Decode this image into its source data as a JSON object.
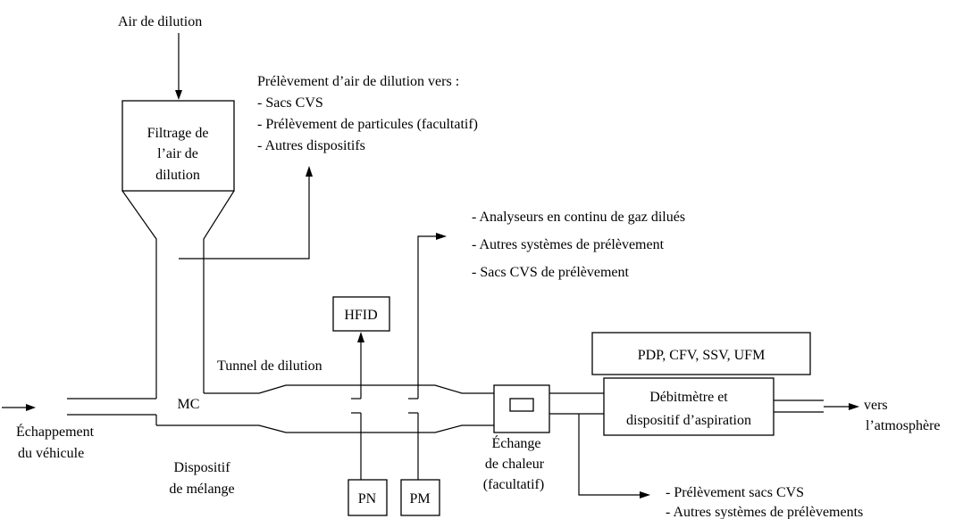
{
  "labels": {
    "air_de_dilution": "Air de dilution",
    "filtrage": [
      "Filtrage de",
      "l’air de",
      "dilution"
    ],
    "prelevement_air": {
      "title": "Prélèvement d’air de dilution vers :",
      "items": [
        "- Sacs CVS",
        "- Prélèvement de particules (facultatif)",
        "- Autres dispositifs"
      ]
    },
    "analyseurs_list": [
      "- Analyseurs en continu de gaz dilués",
      "- Autres systèmes de prélèvement",
      "- Sacs CVS de prélèvement"
    ],
    "hfid": "HFID",
    "tunnel": "Tunnel de dilution",
    "mc": "MC",
    "echappement": [
      "Échappement",
      "du véhicule"
    ],
    "dispositif_melange": [
      "Dispositif",
      "de mélange"
    ],
    "pn": "PN",
    "pm": "PM",
    "echange": [
      "Échange",
      "de chaleur",
      "(facultatif)"
    ],
    "pdp": "PDP, CFV, SSV, UFM",
    "debitmetre": [
      "Débitmètre et",
      "dispositif d’aspiration"
    ],
    "vers_atmosphere": [
      "vers",
      "l’atmosphère"
    ],
    "bottom_list": [
      "- Prélèvement sacs CVS",
      "- Autres systèmes de prélèvements"
    ]
  },
  "colors": {
    "line": "#000000",
    "background": "#ffffff"
  }
}
